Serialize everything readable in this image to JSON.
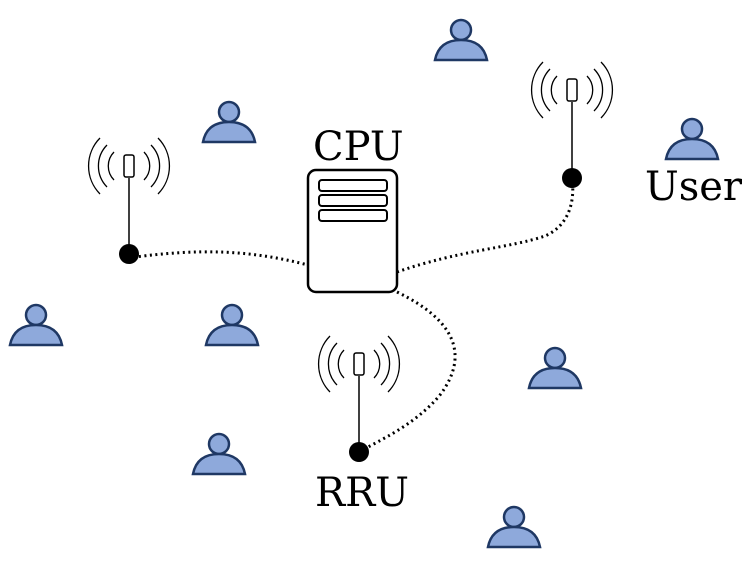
{
  "labels": {
    "cpu": "CPU",
    "user": "User",
    "rru": "RRU"
  },
  "colors": {
    "user_fill": "#8EA9DB",
    "user_stroke": "#1F3864",
    "line": "#000000",
    "background": "#FFFFFF"
  },
  "icons": {
    "user": "user-icon",
    "antenna": "antenna-icon",
    "server": "cpu-server-icon",
    "link": "dotted-fronthaul-link"
  }
}
